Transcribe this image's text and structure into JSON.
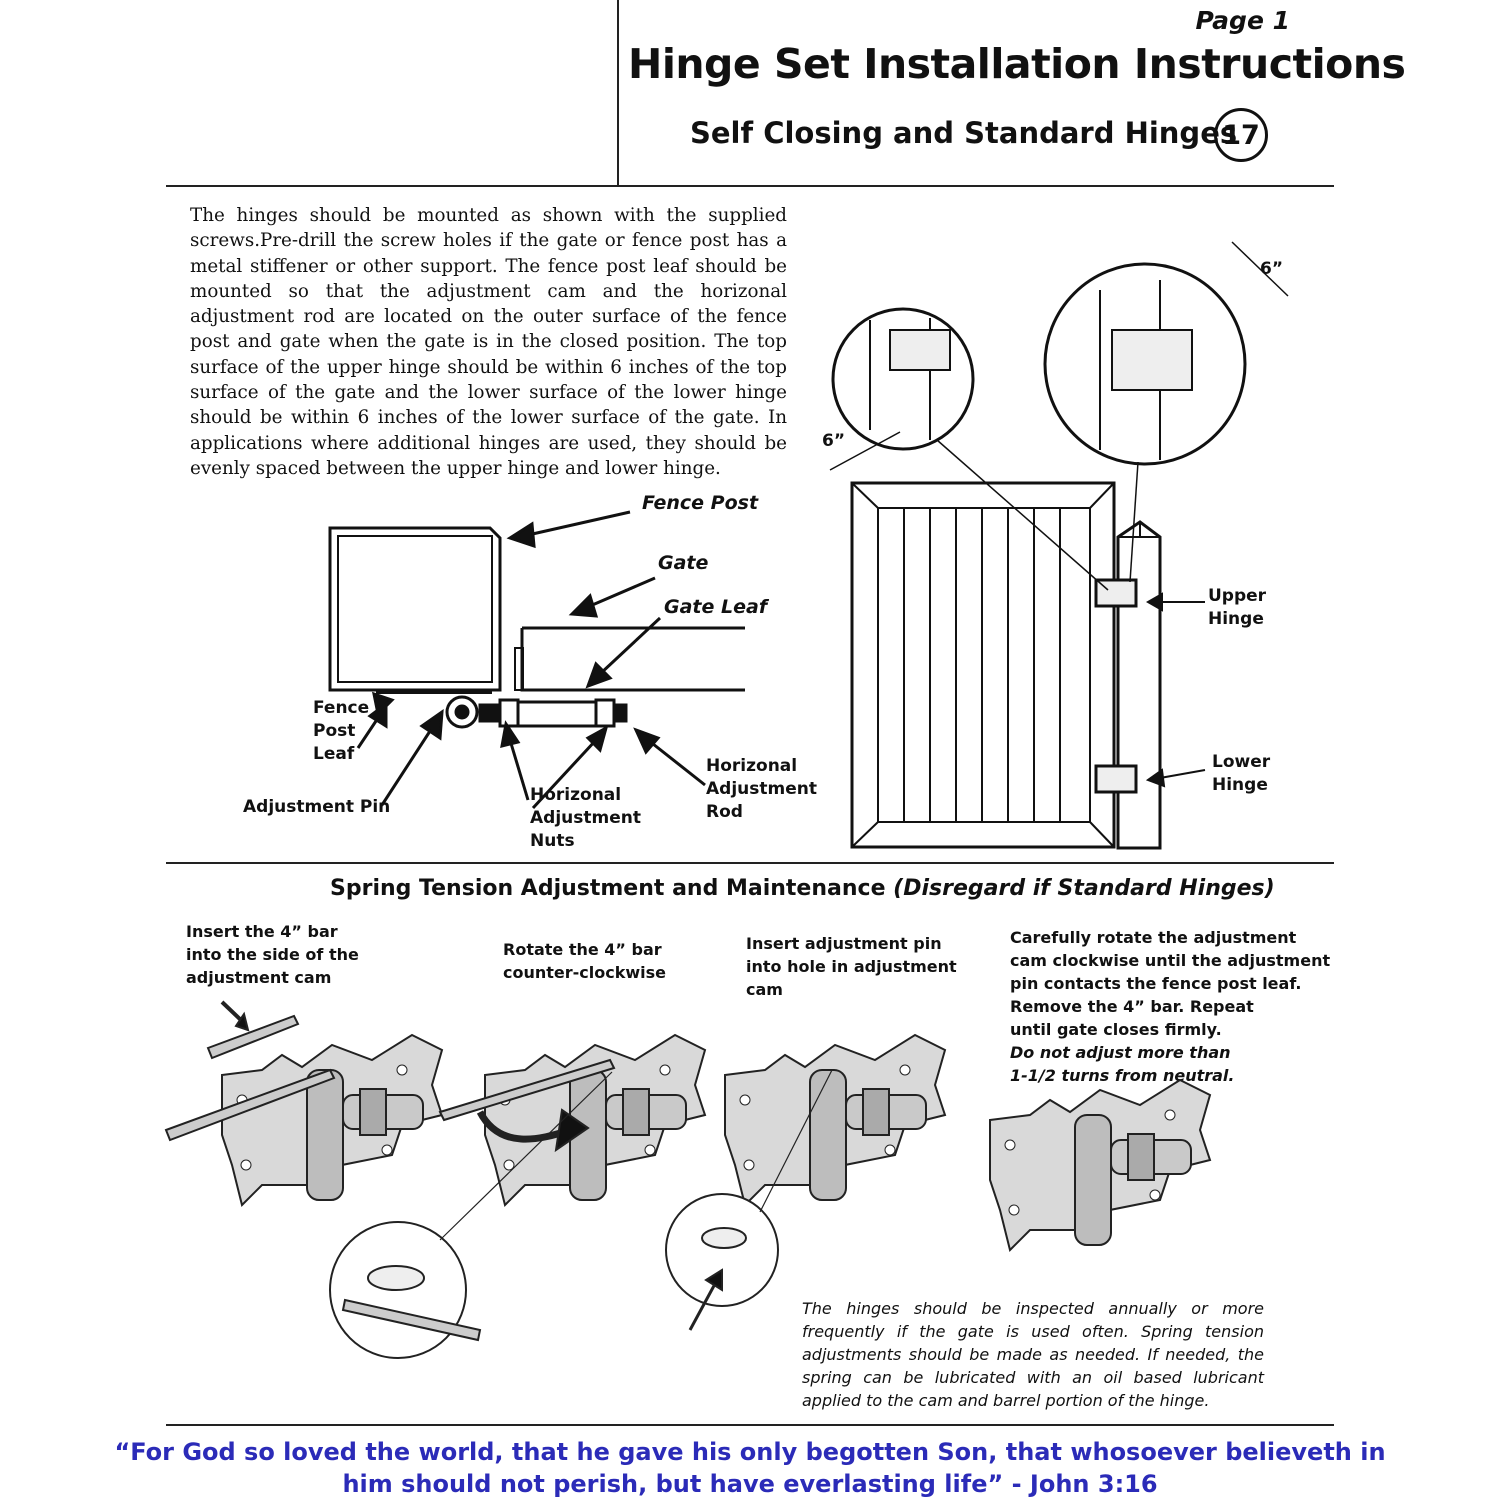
{
  "header": {
    "page_label": "Page 1",
    "title": "Hinge Set Installation Instructions",
    "subtitle": "Self Closing and Standard Hinges",
    "step_number": "17"
  },
  "intro_text": "The hinges should be mounted as shown with the supplied screws.Pre-drill the screw holes if the gate or fence post has a metal stiffener or other support. The fence post leaf should be mounted so that the adjustment cam and the horizonal adjustment rod are located on the outer surface of the fence post and gate when the gate is in the closed position. The top surface of the upper hinge should be within 6 inches of the top surface of the gate and the lower surface of the lower hinge should be within 6 inches of the lower surface of the gate. In applications where additional hinges are used, they should be evenly spaced between the upper hinge and lower hinge.",
  "top_view_labels": {
    "fence_post": "Fence Post",
    "gate": "Gate",
    "gate_leaf": "Gate Leaf",
    "fence_post_leaf": [
      "Fence",
      "Post",
      "Leaf"
    ],
    "adjustment_pin": "Adjustment Pin",
    "adjustment_nuts": [
      "Horizonal",
      "Adjustment",
      "Nuts"
    ],
    "adjustment_rod": [
      "Horizonal",
      "Adjustment",
      "Rod"
    ]
  },
  "gate_view_labels": {
    "dimension_top": "6”",
    "dimension_bottom": "6”",
    "upper_hinge": [
      "Upper",
      "Hinge"
    ],
    "lower_hinge": [
      "Lower",
      "Hinge"
    ]
  },
  "spring_section": {
    "heading": "Spring Tension Adjustment and Maintenance",
    "heading_note": "(Disregard if Standard Hinges)",
    "steps": [
      [
        "Insert the 4” bar",
        "into the side of the",
        "adjustment cam"
      ],
      [
        "Rotate the 4” bar",
        "counter-clockwise"
      ],
      [
        "Insert adjustment pin",
        "into hole in adjustment",
        "cam"
      ],
      [
        "Carefully rotate the adjustment",
        "cam clockwise until the adjustment",
        "pin contacts the fence post leaf.",
        "Remove the 4” bar. Repeat",
        "until gate closes firmly."
      ]
    ],
    "warning": [
      "Do not adjust more than",
      "1-1/2 turns from neutral."
    ],
    "maintenance": "The hinges should be inspected annually or more frequently if the gate is used often. Spring tension adjustments should be made as needed. If needed, the spring can be lubricated with an oil based lubricant applied to the cam and barrel portion of the hinge."
  },
  "footer_quote": [
    "“For God so loved the world, that he gave his only begotten Son, that whosoever believeth in",
    "him should not perish, but have everlasting life” - John 3:16"
  ],
  "colors": {
    "quote": "#2b2bb8",
    "ink": "#111111"
  }
}
